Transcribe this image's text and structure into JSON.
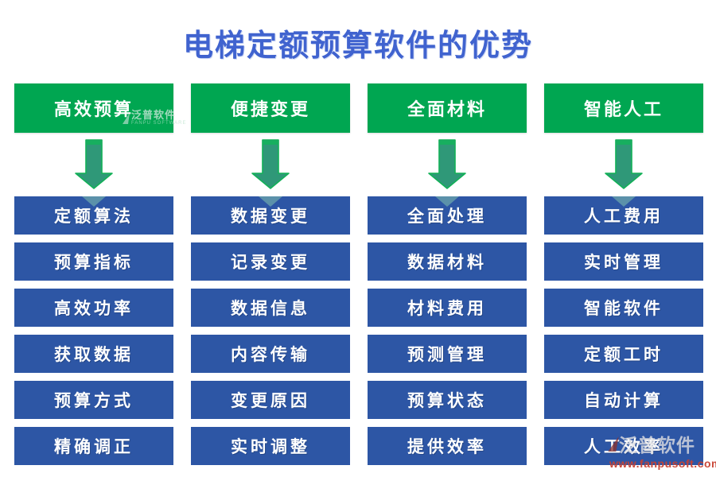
{
  "title": "电梯定额预算软件的优势",
  "colors": {
    "title_blue": "#4063CF",
    "header_green": "#00A651",
    "box_blue": "#2D56A5",
    "arrow_fill": "#2F9878",
    "arrow_border": "#12B157",
    "text_white": "#FFFFFF",
    "watermark_url_red": "#C84132"
  },
  "columns": [
    {
      "header": "高效预算",
      "items": [
        "定额算法",
        "预算指标",
        "高效功率",
        "获取数据",
        "预算方式",
        "精确调正"
      ]
    },
    {
      "header": "便捷变更",
      "items": [
        "数据变更",
        "记录变更",
        "数据信息",
        "内容传输",
        "变更原因",
        "实时调整"
      ]
    },
    {
      "header": "全面材料",
      "items": [
        "全面处理",
        "数据材料",
        "材料费用",
        "预测管理",
        "预算状态",
        "提供效率"
      ]
    },
    {
      "header": "智能人工",
      "items": [
        "人工费用",
        "实时管理",
        "智能软件",
        "定额工时",
        "自动计算",
        "人工效率"
      ]
    }
  ],
  "watermarks": {
    "header_area": {
      "text": "泛普软件",
      "subtext": "FANPU SOFTWARE"
    },
    "bottom_right": {
      "text": "泛普软件",
      "url": "www.fanpusoft.com"
    }
  }
}
